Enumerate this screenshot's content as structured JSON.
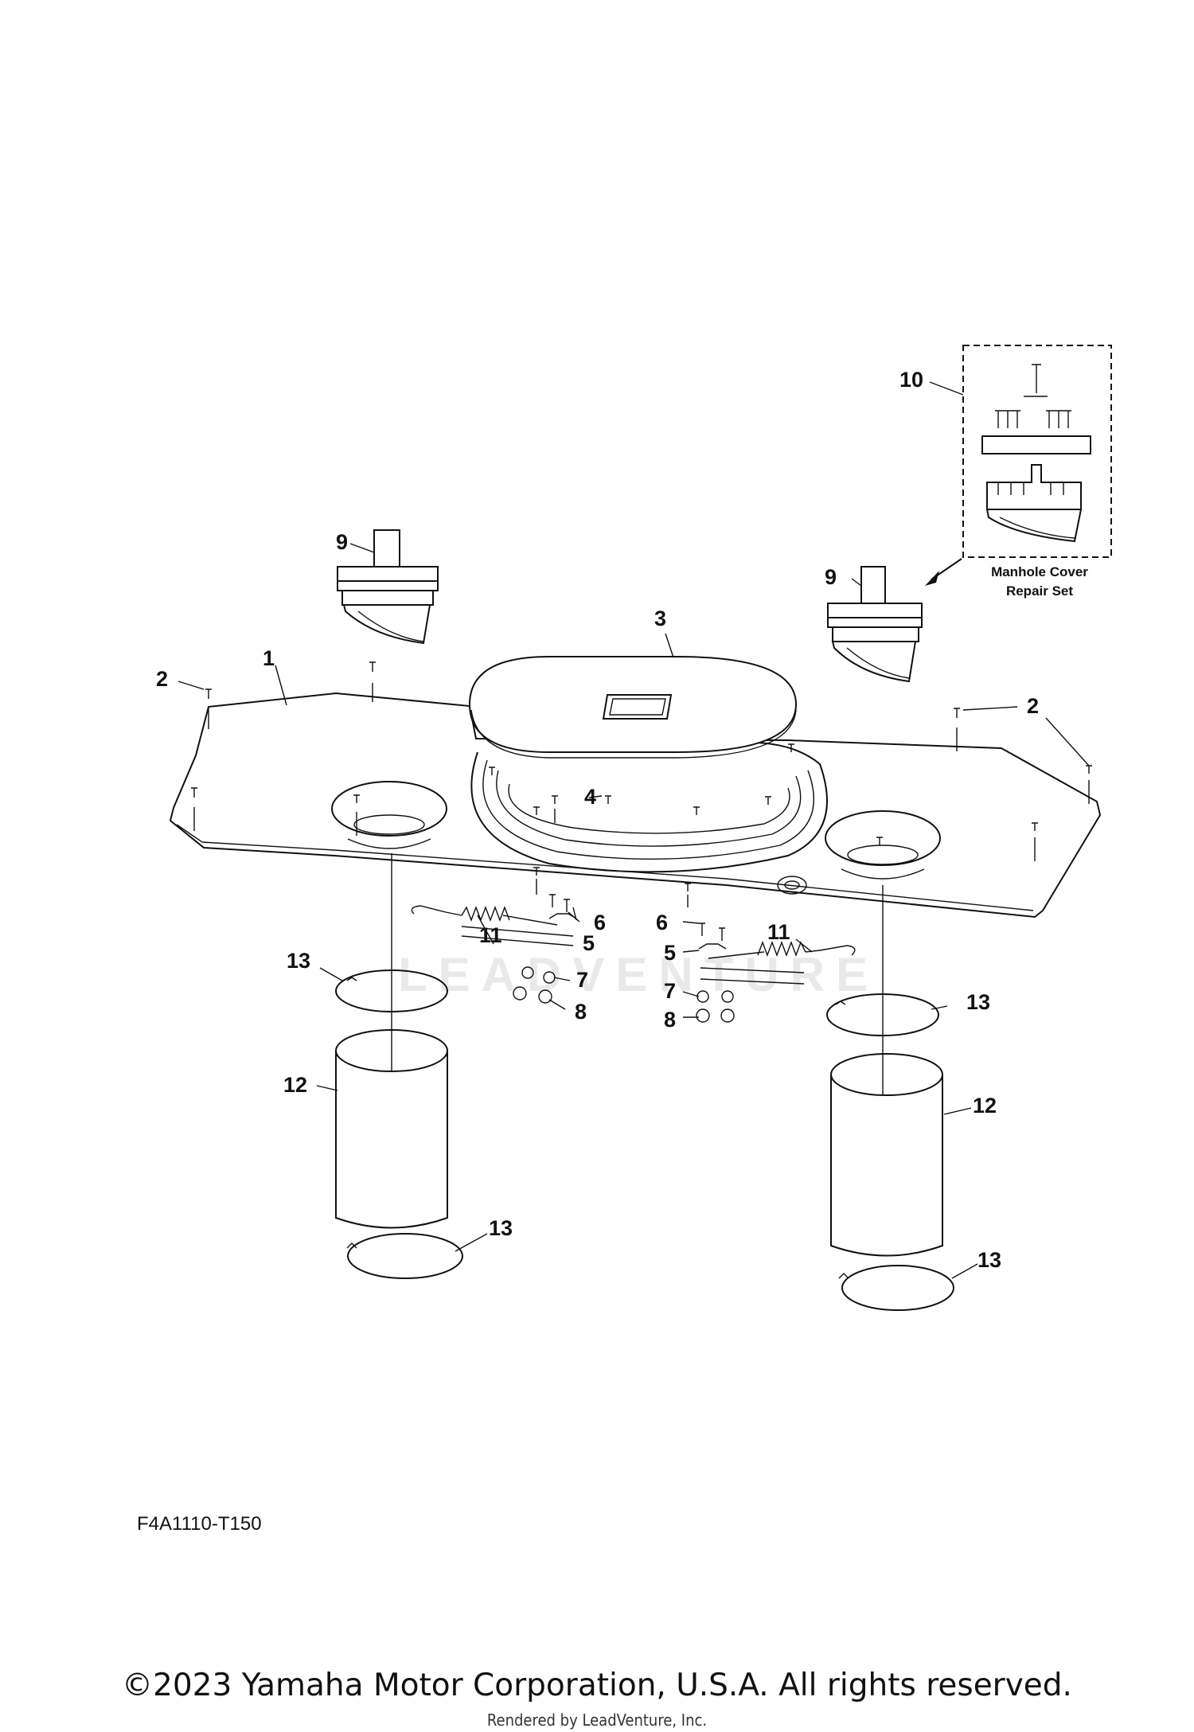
{
  "callouts": {
    "c1": "1",
    "c2a": "2",
    "c2b": "2",
    "c3": "3",
    "c4": "4",
    "c5a": "5",
    "c5b": "5",
    "c6a": "6",
    "c6b": "6",
    "c7a": "7",
    "c7b": "7",
    "c8a": "8",
    "c8b": "8",
    "c9a": "9",
    "c9b": "9",
    "c10": "10",
    "c11a": "11",
    "c11b": "11",
    "c12a": "12",
    "c12b": "12",
    "c13a": "13",
    "c13b": "13",
    "c13c": "13",
    "c13d": "13"
  },
  "repair_set_label": {
    "line1": "Manhole Cover",
    "line2": "Repair Set"
  },
  "diagram_code": "F4A1110-T150",
  "copyright": "©2023 Yamaha Motor Corporation, U.S.A. All rights reserved.",
  "rendered_by": "Rendered by LeadVenture, Inc.",
  "watermark": "LEADVENTURE"
}
